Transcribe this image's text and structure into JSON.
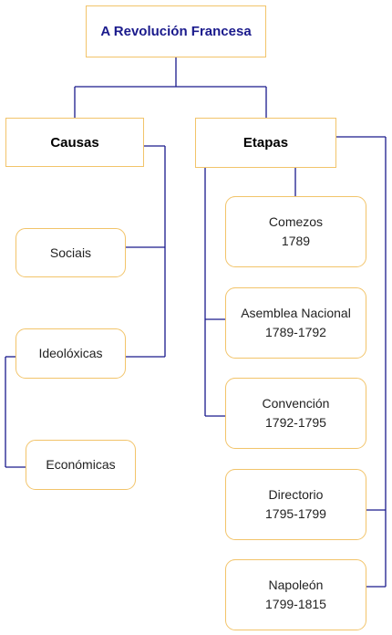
{
  "colors": {
    "connector": "#1a1a8c",
    "box_border": "#f2c46a",
    "title_text": "#1a1a8c"
  },
  "root": {
    "label": "A Revolución Francesa"
  },
  "causas": {
    "label": "Causas",
    "items": [
      {
        "label": "Sociais"
      },
      {
        "label": "Ideolóxicas"
      },
      {
        "label": "Económicas"
      }
    ]
  },
  "etapas": {
    "label": "Etapas",
    "items": [
      {
        "name": "Comezos",
        "dates": "1789"
      },
      {
        "name": "Asemblea Nacional",
        "dates": "1789-1792"
      },
      {
        "name": "Convención",
        "dates": "1792-1795"
      },
      {
        "name": "Directorio",
        "dates": "1795-1799"
      },
      {
        "name": "Napoleón",
        "dates": "1799-1815"
      }
    ]
  }
}
